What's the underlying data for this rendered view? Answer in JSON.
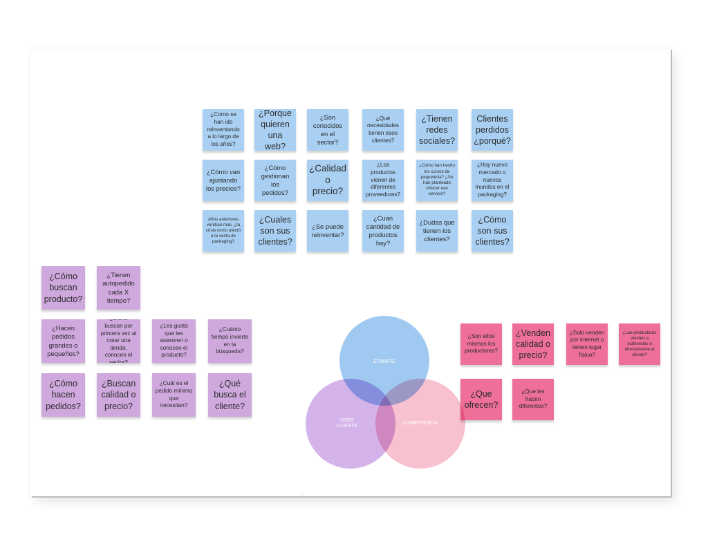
{
  "blue_notes": [
    {
      "id": "b1",
      "text": "¿Como se han ido reinventando a lo largo de los años?",
      "size": "sm"
    },
    {
      "id": "b2",
      "text": "¿Porque quieren una web?",
      "size": "lg"
    },
    {
      "id": "b3",
      "text": "¿Son conocidos en el sector?",
      "size": "md"
    },
    {
      "id": "b4",
      "text": "¿Qué necesidades tienen esos clientes?",
      "size": "sm"
    },
    {
      "id": "b5",
      "text": "¿Tienen redes sociales?",
      "size": "lg"
    },
    {
      "id": "b6",
      "text": "Clientes perdidos ¿porqué?",
      "size": "lg"
    },
    {
      "id": "b7",
      "text": "¿Cómo van ajustando los precios?",
      "size": "md"
    },
    {
      "id": "b8",
      "text": "¿Cómo gestionan los pedidos?",
      "size": "md"
    },
    {
      "id": "b9",
      "text": "¿Calidad o precio?",
      "size": "xl"
    },
    {
      "id": "b10",
      "text": "¿Los productos vienen de diferentes proveedores?",
      "size": "sm"
    },
    {
      "id": "b11",
      "text": "¿Cómo han hecho los cursos de paquetería? ¿Se han planteado ofrecer ese servicio?",
      "size": "xs"
    },
    {
      "id": "b12",
      "text": "¿Hay nuevo mercado o nuevos mundos en el packaging?",
      "size": "sm"
    },
    {
      "id": "b13",
      "text": "Años anteriores vendían mas. ¿la crisis como afectó a la venta de packaging?",
      "size": "xs"
    },
    {
      "id": "b14",
      "text": "¿Cuales son sus clientes?",
      "size": "lg"
    },
    {
      "id": "b15",
      "text": "¿Se puede reinventar?",
      "size": "md"
    },
    {
      "id": "b16",
      "text": "¿Cuan cantidad de productos hay?",
      "size": "md"
    },
    {
      "id": "b17",
      "text": "¿Dudas que tienen los clientes?",
      "size": "md"
    },
    {
      "id": "b18",
      "text": "¿Cómo son sus clientes?",
      "size": "lg"
    }
  ],
  "purple_notes": [
    {
      "id": "p1",
      "text": "¿Cómo buscan producto?",
      "size": "lg"
    },
    {
      "id": "p2",
      "text": "¿Tienen autopedido cada X tiempo?",
      "size": "md"
    },
    {
      "id": "p3",
      "text": "¿Hacen pedidos grandes o pequeños?",
      "size": "md"
    },
    {
      "id": "p4",
      "text": "¿Cómo buscan por primera vez al crear una tienda, conocen el sector?",
      "size": "sm"
    },
    {
      "id": "p5",
      "text": "¿Les gusta que les asesoren o conocen el producto?",
      "size": "sm"
    },
    {
      "id": "p6",
      "text": "¿Cuánto tiempo invierte en la búsqueda?",
      "size": "sm"
    },
    {
      "id": "p7",
      "text": "¿Cómo hacen pedidos?",
      "size": "lg"
    },
    {
      "id": "p8",
      "text": "¿Buscan calidad o precio?",
      "size": "lg"
    },
    {
      "id": "p9",
      "text": "¿Cuál es el pedido mínimo que necesitan?",
      "size": "sm"
    },
    {
      "id": "p10",
      "text": "¿Qué busca el cliente?",
      "size": "lg"
    }
  ],
  "pink_notes": [
    {
      "id": "k1",
      "text": "¿Son ellos mismos los productores?",
      "size": "sm"
    },
    {
      "id": "k2",
      "text": "¿Venden calidad o precio?",
      "size": "lg"
    },
    {
      "id": "k3",
      "text": "¿Solo venden por internet o tienen lugar físico?",
      "size": "sm"
    },
    {
      "id": "k4",
      "text": "¿Las productoras venden a subtiendas o directamente al cliente?",
      "size": "xs"
    },
    {
      "id": "k5",
      "text": "¿Que ofrecen?",
      "size": "lg"
    },
    {
      "id": "k6",
      "text": "¿Que les hacen diferentes?",
      "size": "sm"
    }
  ],
  "venn": {
    "top_label": "ETIMATIC",
    "left_label_line1": "USER",
    "left_label_line2": "CLIENTE",
    "right_label": "COMPETENCIA",
    "colors": {
      "top": "#8fc0ee",
      "left": "#cda6e6",
      "right": "#f7b6c8"
    }
  },
  "colors": {
    "blue": "#a9d0f3",
    "purple": "#cfa8de",
    "pink": "#ee6f98"
  }
}
